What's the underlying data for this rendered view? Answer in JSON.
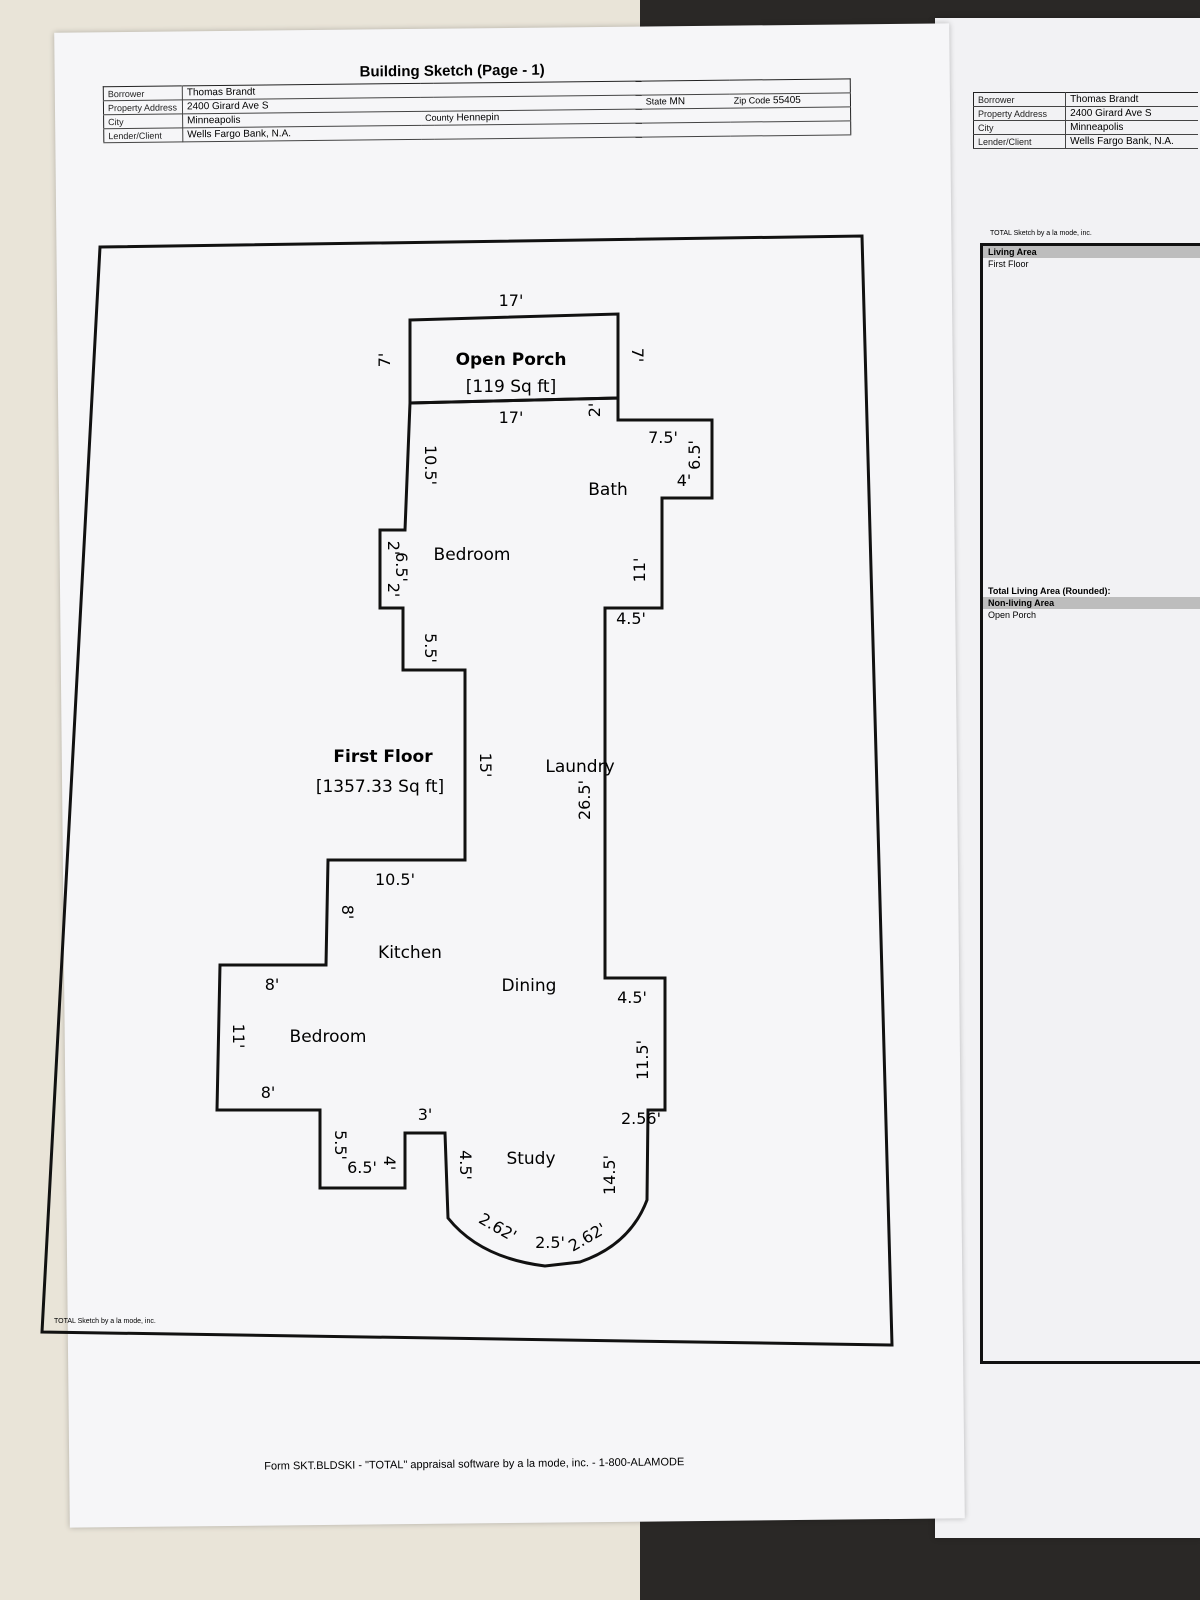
{
  "page1": {
    "title": "Building Sketch (Page - 1)",
    "fields": {
      "borrower_label": "Borrower",
      "borrower": "Thomas Brandt",
      "address_label": "Property Address",
      "address": "2400 Girard Ave S",
      "city_label": "City",
      "city": "Minneapolis",
      "county_label": "County",
      "county": "Hennepin",
      "state_label": "State",
      "state": "MN",
      "zip_label": "Zip Code",
      "zip": "55405",
      "lender_label": "Lender/Client",
      "lender": "Wells Fargo Bank, N.A."
    },
    "sketch_credit": "TOTAL Sketch by a la mode, inc.",
    "footer": "Form SKT.BLDSKI - \"TOTAL\" appraisal software by a la mode, inc. - 1-800-ALAMODE",
    "areas": [
      {
        "name": "Open Porch",
        "size": "[119 Sq ft]"
      },
      {
        "name": "First Floor",
        "size": "[1357.33 Sq ft]"
      }
    ],
    "rooms": [
      "Bedroom",
      "Bath",
      "Laundry",
      "Kitchen",
      "Dining",
      "Bedroom",
      "Study"
    ],
    "dimensions": [
      "17'",
      "7'",
      "7'",
      "17'",
      "2'",
      "7.5'",
      "6.5'",
      "4'",
      "10.5'",
      "2'",
      "6.5'",
      "2'",
      "11'",
      "4.5'",
      "5.5'",
      "15'",
      "26.5'",
      "10.5'",
      "8'",
      "8'",
      "11'",
      "8'",
      "4.5'",
      "11.5'",
      "2.56'",
      "3'",
      "5.5'",
      "6.5'",
      "4'",
      "4.5'",
      "14.5'",
      "2.62'",
      "2.5'",
      "2.62'"
    ]
  },
  "page2": {
    "fields": {
      "borrower_label": "Borrower",
      "borrower": "Thomas Brandt",
      "address_label": "Property Address",
      "address": "2400 Girard Ave S",
      "city_label": "City",
      "city": "Minneapolis",
      "lender_label": "Lender/Client",
      "lender": "Wells Fargo Bank, N.A."
    },
    "sketch_credit": "TOTAL Sketch by a la mode, inc.",
    "living_area": "Living Area",
    "first_floor": "First Floor",
    "total_living": "Total Living Area (Rounded):",
    "non_living": "Non-living Area",
    "open_porch": "Open Porch"
  }
}
